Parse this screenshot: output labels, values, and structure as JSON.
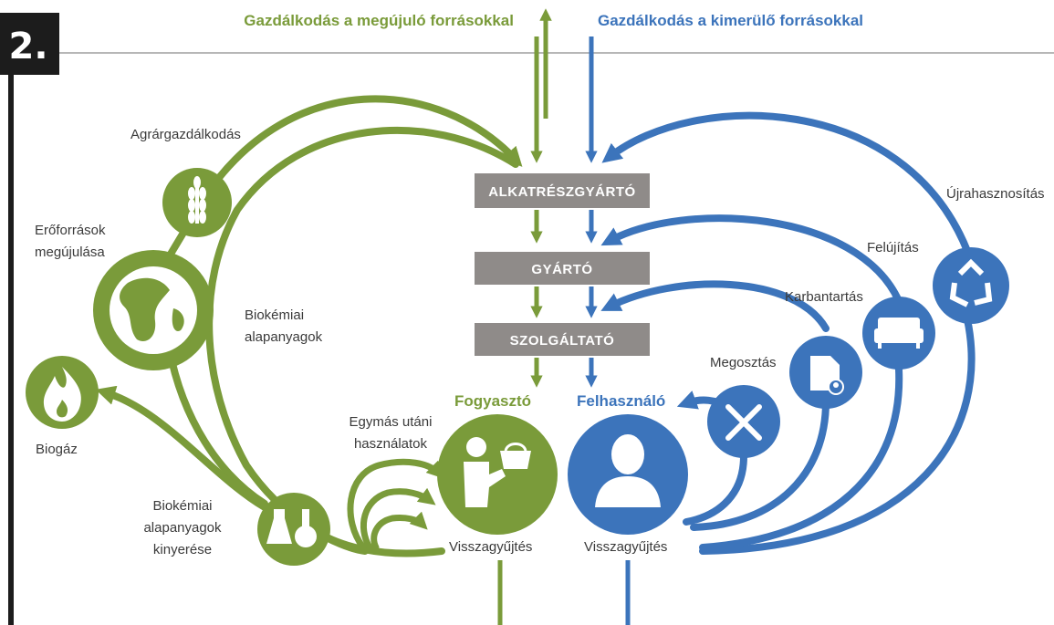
{
  "page_number": "2.",
  "header": {
    "renewable": "Gazdálkodás a megújuló forrásokkal",
    "finite": "Gazdálkodás a kimerülő forrásokkal"
  },
  "stages": [
    "ALKATRÉSZGYÁRTÓ",
    "GYÁRTÓ",
    "SZOLGÁLTATÓ"
  ],
  "roles": {
    "consumer": "Fogyasztó",
    "user": "Felhasználó"
  },
  "labels": {
    "agriculture": "Agrárgazdálkodás",
    "regeneration_1": "Erőforrások",
    "regeneration_2": "megújulása",
    "biogas": "Biogáz",
    "biochem_1": "Biokémiai",
    "biochem_2": "alapanyagok",
    "extraction_1": "Biokémiai",
    "extraction_2": "alapanyagok",
    "extraction_3": "kinyerése",
    "cascade_1": "Egymás utáni",
    "cascade_2": "használatok",
    "collection_left": "Visszagyűjtés",
    "collection_right": "Visszagyűjtés",
    "sharing": "Megosztás",
    "maintenance": "Karbantartás",
    "refurbish": "Felújítás",
    "recycling": "Újrahasznosítás"
  },
  "colors": {
    "green": "#7a9b3a",
    "blue": "#3c74bb",
    "stage_gray": "#8f8b89",
    "badge": "#1c1c1c"
  },
  "icons": [
    "wheat-icon",
    "globe-icon",
    "flame-icon",
    "flasks-icon",
    "shopper-basket-icon",
    "user-icon",
    "tools-icon",
    "document-user-icon",
    "sofa-icon",
    "recycle-icon"
  ]
}
